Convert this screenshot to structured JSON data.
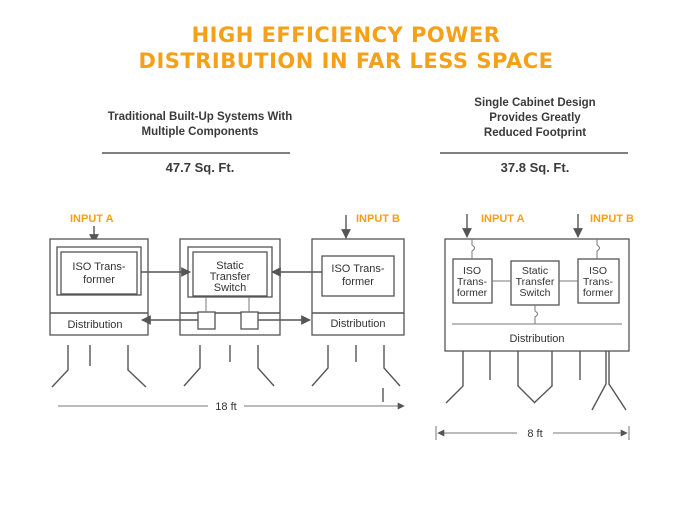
{
  "title": {
    "line1": "HIGH EFFICIENCY POWER",
    "line2": "DISTRIBUTION IN FAR LESS SPACE"
  },
  "left": {
    "heading_line1": "Traditional Built-Up Systems With",
    "heading_line2": "Multiple Components",
    "area": "47.7 Sq. Ft.",
    "input_a": "INPUT A",
    "input_b": "INPUT B",
    "iso_a_line1": "ISO Trans-",
    "iso_a_line2": "former",
    "sts_line1": "Static",
    "sts_line2": "Transfer",
    "sts_line3": "Switch",
    "iso_b_line1": "ISO Trans-",
    "iso_b_line2": "former",
    "dist_a": "Distribution",
    "dist_b": "Distribution",
    "width": "18 ft"
  },
  "right": {
    "heading_line1": "Single Cabinet Design",
    "heading_line2": "Provides Greatly",
    "heading_line3": "Reduced Footprint",
    "area": "37.8 Sq. Ft.",
    "input_a": "INPUT A",
    "input_b": "INPUT B",
    "iso_a_line1": "ISO",
    "iso_a_line2": "Trans-",
    "iso_a_line3": "former",
    "sts_line1": "Static",
    "sts_line2": "Transfer",
    "sts_line3": "Switch",
    "iso_b_line1": "ISO",
    "iso_b_line2": "Trans-",
    "iso_b_line3": "former",
    "dist": "Distribution",
    "width": "8 ft"
  },
  "colors": {
    "accent": "#f5a019",
    "text": "#333333",
    "line": "#555555"
  }
}
